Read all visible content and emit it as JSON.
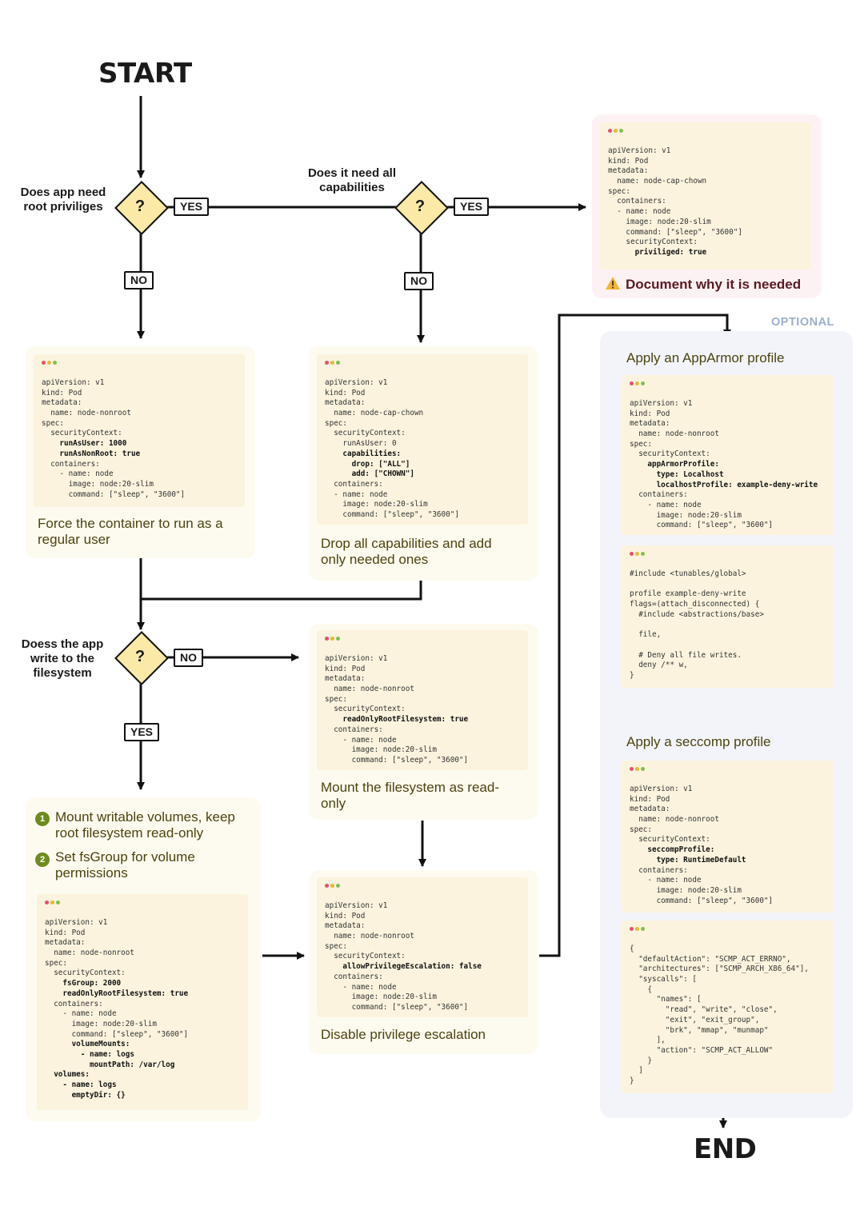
{
  "start_label": "START",
  "end_label": "END",
  "questions": {
    "q1": [
      "Does app need",
      "root priviliges"
    ],
    "q2": [
      "Does it need all",
      "capabilities"
    ],
    "q3": [
      "Doess the app",
      "write to the",
      "filesystem"
    ]
  },
  "diamond_symbol": "?",
  "tags": {
    "yes": "YES",
    "no": "NO"
  },
  "privileged": {
    "code": [
      "apiVersion: v1",
      "kind: Pod",
      "metadata:",
      "  name: node-cap-chown",
      "spec:",
      "  containers:",
      "  - name: node",
      "    image: node:20-slim",
      "    command: [\"sleep\", \"3600\"]",
      "    securityContext:",
      "      priviliged: true"
    ],
    "caption": "Document why it is needed",
    "icon": "warning-icon"
  },
  "nonroot": {
    "code": [
      "apiVersion: v1",
      "kind: Pod",
      "metadata:",
      "  name: node-nonroot",
      "spec:",
      "  securityContext:",
      "    runAsUser: 1000",
      "    runAsNonRoot: true",
      "  containers:",
      "    - name: node",
      "      image: node:20-slim",
      "      command: [\"sleep\", \"3600\"]"
    ],
    "caption": [
      "Force the container to run as a",
      "regular user"
    ]
  },
  "capabilities": {
    "code": [
      "apiVersion: v1",
      "kind: Pod",
      "metadata:",
      "  name: node-cap-chown",
      "spec:",
      "  securityContext:",
      "    runAsUser: 0",
      "    capabilities:",
      "      drop: [\"ALL\"]",
      "      add: [\"CHOWN\"]",
      "  containers:",
      "  - name: node",
      "    image: node:20-slim",
      "    command: [\"sleep\", \"3600\"]"
    ],
    "caption": [
      "Drop all capabilities and add",
      "only needed ones"
    ]
  },
  "readonly": {
    "code": [
      "apiVersion: v1",
      "kind: Pod",
      "metadata:",
      "  name: node-nonroot",
      "spec:",
      "  securityContext:",
      "    readOnlyRootFilesystem: true",
      "  containers:",
      "    - name: node",
      "      image: node:20-slim",
      "      command: [\"sleep\", \"3600\"]"
    ],
    "caption": [
      "Mount the filesystem as read-",
      "only"
    ]
  },
  "volumes": {
    "steps": [
      {
        "num": "1",
        "text": [
          "Mount writable volumes, keep",
          "root filesystem read-only"
        ]
      },
      {
        "num": "2",
        "text": [
          "Set fsGroup for volume",
          "permissions"
        ]
      }
    ],
    "code": [
      "apiVersion: v1",
      "kind: Pod",
      "metadata:",
      "  name: node-nonroot",
      "spec:",
      "  securityContext:",
      "    fsGroup: 2000",
      "    readOnlyRootFilesystem: true",
      "  containers:",
      "    - name: node",
      "      image: node:20-slim",
      "      command: [\"sleep\", \"3600\"]",
      "      volumeMounts:",
      "        - name: logs",
      "          mountPath: /var/log",
      "  volumes:",
      "    - name: logs",
      "      emptyDir: {}"
    ]
  },
  "escalation": {
    "code": [
      "apiVersion: v1",
      "kind: Pod",
      "metadata:",
      "  name: node-nonroot",
      "spec:",
      "  securityContext:",
      "    allowPrivilegeEscalation: false",
      "  containers:",
      "    - name: node",
      "      image: node:20-slim",
      "      command: [\"sleep\", \"3600\"]"
    ],
    "caption": "Disable privilege escalation"
  },
  "optional": {
    "label": "OPTIONAL",
    "apparmor_title": "Apply an AppArmor profile",
    "apparmor_pod": [
      "apiVersion: v1",
      "kind: Pod",
      "metadata:",
      "  name: node-nonroot",
      "spec:",
      "  securityContext:",
      "    appArmorProfile:",
      "      type: Localhost",
      "      localhostProfile: example-deny-write",
      "  containers:",
      "    - name: node",
      "      image: node:20-slim",
      "      command: [\"sleep\", \"3600\"]"
    ],
    "apparmor_profile": [
      "#include <tunables/global>",
      "",
      "profile example-deny-write",
      "flags=(attach_disconnected) {",
      "  #include <abstractions/base>",
      "",
      "  file,",
      "",
      "  # Deny all file writes.",
      "  deny /** w,",
      "}"
    ],
    "seccomp_title": "Apply a seccomp profile",
    "seccomp_pod": [
      "apiVersion: v1",
      "kind: Pod",
      "metadata:",
      "  name: node-nonroot",
      "spec:",
      "  securityContext:",
      "    seccompProfile:",
      "      type: RuntimeDefault",
      "  containers:",
      "    - name: node",
      "      image: node:20-slim",
      "      command: [\"sleep\", \"3600\"]"
    ],
    "seccomp_json": [
      "{",
      "  \"defaultAction\": \"SCMP_ACT_ERRNO\",",
      "  \"architectures\": [\"SCMP_ARCH_X86_64\"],",
      "  \"syscalls\": [",
      "    {",
      "      \"names\": [",
      "        \"read\", \"write\", \"close\",",
      "        \"exit\", \"exit_group\",",
      "        \"brk\", \"mmap\", \"munmap\"",
      "      ],",
      "      \"action\": \"SCMP_ACT_ALLOW\"",
      "    }",
      "  ]",
      "}"
    ]
  }
}
